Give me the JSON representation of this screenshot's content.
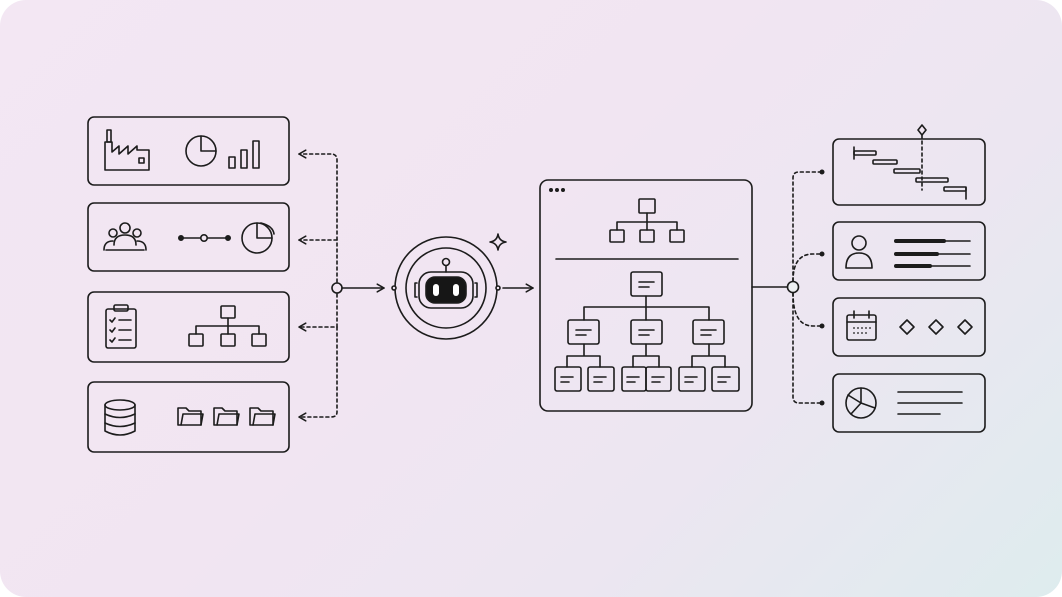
{
  "diagram": {
    "colors": {
      "stroke": "#1c1c1c",
      "background_start": "#f3e7f3",
      "background_end": "#deecee",
      "robot_face": "#161616"
    },
    "input_panels": [
      {
        "id": "production",
        "icons": [
          "factory-icon",
          "pie-chart-icon",
          "bar-chart-icon"
        ]
      },
      {
        "id": "team",
        "icons": [
          "users-icon",
          "timeline-icon",
          "pie-chart-icon"
        ]
      },
      {
        "id": "tasks",
        "icons": [
          "clipboard-checklist-icon",
          "org-chart-icon"
        ]
      },
      {
        "id": "storage",
        "icons": [
          "database-icon",
          "folder-icon",
          "folder-icon",
          "folder-icon"
        ]
      }
    ],
    "center": {
      "icon": "ai-robot-icon",
      "accent_icon": "sparkle-icon"
    },
    "structure_window": {
      "window_controls": "dots-icon",
      "icons": [
        "org-chart-icon",
        "hierarchy-tree-icon"
      ]
    },
    "output_panels": [
      {
        "id": "schedule",
        "icons": [
          "gantt-chart-icon"
        ]
      },
      {
        "id": "people",
        "icons": [
          "user-icon",
          "text-lines-icon"
        ]
      },
      {
        "id": "milestones",
        "icons": [
          "calendar-icon",
          "diamond-icon",
          "diamond-icon",
          "diamond-icon"
        ]
      },
      {
        "id": "report",
        "icons": [
          "pie-chart-icon",
          "text-lines-icon"
        ]
      }
    ]
  }
}
